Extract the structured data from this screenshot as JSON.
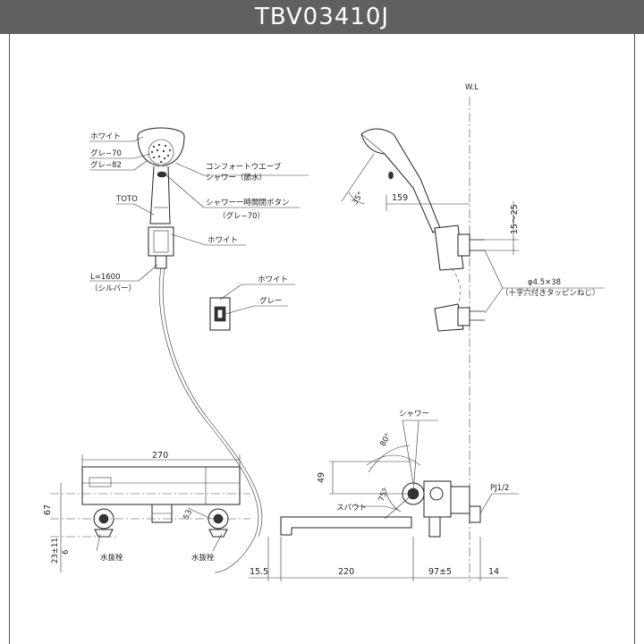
{
  "title": "TBV03410J",
  "labels": {
    "white_1": "ホワイト",
    "gray70": "グレ−70",
    "gray82": "グレ−82",
    "toto": "TOTO",
    "comfort_wave_1": "コンフォートウエーブ",
    "comfort_wave_2": "シャワー（節水）",
    "shower_button_1": "シャワー一時開閉ボタン",
    "shower_button_2": "（グレ−70）",
    "white_2": "ホワイト",
    "hose_length_1": "L=1600",
    "hose_length_2": "（シルバー）",
    "white_3": "ホワイト",
    "gray": "グレー",
    "wl": "W.L",
    "angle_35": "35°",
    "dim_159": "159",
    "dim_15_25": "15〜25",
    "screw_1": "φ4.5×38",
    "screw_2": "（十字穴付きタッピンねじ）",
    "shower": "シャワー",
    "angle_80": "80°",
    "dim_49": "49",
    "angle_75": "75°",
    "spout": "スパウト",
    "pj": "PJ1/2",
    "dim_270": "270",
    "dim_67": "67",
    "dim_23": "23±11",
    "dim_6": "6",
    "angle_53": "53",
    "drain_plug_1": "水抜栓",
    "drain_plug_2": "水抜栓",
    "dim_15_5": "15.5",
    "dim_220": "220",
    "dim_97": "97±5",
    "dim_14": "14"
  }
}
